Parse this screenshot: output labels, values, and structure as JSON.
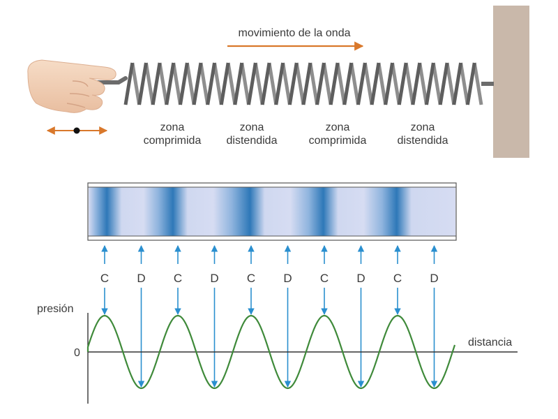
{
  "wave_motion": {
    "label": "movimiento de la onda",
    "color": "#d9782b"
  },
  "zones": [
    {
      "line1": "zona",
      "line2": "comprimida"
    },
    {
      "line1": "zona",
      "line2": "distendida"
    },
    {
      "line1": "zona",
      "line2": "comprimida"
    },
    {
      "line1": "zona",
      "line2": "distendida"
    }
  ],
  "markers": [
    "C",
    "D",
    "C",
    "D",
    "C",
    "D",
    "C",
    "D",
    "C",
    "D"
  ],
  "axes": {
    "y_label": "presión",
    "x_label": "distancia",
    "zero_label": "0"
  },
  "colors": {
    "wave": "#3f8a3a",
    "arrow": "#2a8fcf",
    "band_dark": "#2e78b8",
    "band_light": "#d6dcf2",
    "wall": "#c9b8aa",
    "spring": "#6c6c6c",
    "hand_arrow": "#d9782b"
  }
}
